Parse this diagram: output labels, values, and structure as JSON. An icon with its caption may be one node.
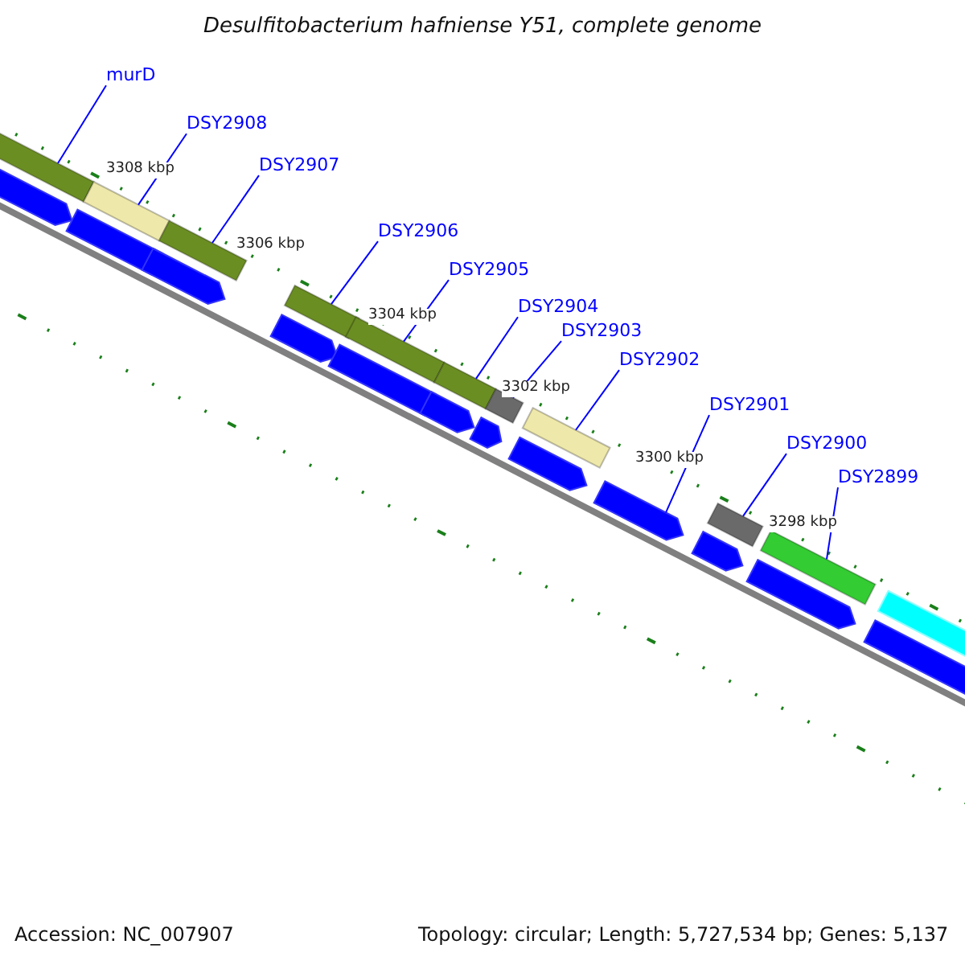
{
  "diagram": {
    "title": "Desulfitobacterium hafniense Y51, complete genome",
    "nodes": [
      {
        "text": [
          "murD"
        ]
      },
      {
        "text": [
          "DSY2908"
        ]
      },
      {
        "text": [
          "DSY2907"
        ]
      },
      {
        "text": [
          "DSY2906"
        ]
      },
      {
        "text": [
          "DSY2905"
        ]
      },
      {
        "text": [
          "DSY2904"
        ]
      },
      {
        "text": [
          "DSY2903"
        ]
      },
      {
        "text": [
          "DSY2902"
        ]
      },
      {
        "text": [
          "DSY2901"
        ]
      },
      {
        "text": [
          "DSY2900"
        ]
      },
      {
        "text": [
          "DSY2899"
        ]
      },
      {
        "text": [],
        "shape": "bar"
      },
      {
        "text": [],
        "shape": "bar"
      },
      {
        "text": [],
        "shape": "bar"
      },
      {
        "text": [],
        "shape": "bar"
      },
      {
        "text": [],
        "shape": "bar"
      },
      {
        "text": [],
        "shape": "bar"
      },
      {
        "text": [],
        "shape": "bar"
      },
      {
        "text": [],
        "shape": "bar"
      },
      {
        "text": [],
        "shape": "bar"
      },
      {
        "text": [],
        "shape": "bar"
      },
      {
        "text": [],
        "shape": "bar"
      }
    ],
    "edges": [
      {
        "from": 0,
        "to": 11,
        "arrow": "none"
      },
      {
        "from": 1,
        "to": 12,
        "arrow": "none"
      },
      {
        "from": 2,
        "to": 13,
        "arrow": "none"
      },
      {
        "from": 3,
        "to": 14,
        "arrow": "none"
      },
      {
        "from": 4,
        "to": 15,
        "arrow": "none"
      },
      {
        "from": 5,
        "to": 16,
        "arrow": "none"
      },
      {
        "from": 6,
        "to": 17,
        "arrow": "none"
      },
      {
        "from": 7,
        "to": 18,
        "arrow": "none"
      },
      {
        "from": 8,
        "to": 19,
        "arrow": "none"
      },
      {
        "from": 9,
        "to": 20,
        "arrow": "none"
      },
      {
        "from": 10,
        "to": 21,
        "arrow": "none"
      }
    ],
    "labels": [
      "3308 kbp",
      "3306 kbp",
      "3304 kbp",
      "3302 kbp",
      "3300 kbp",
      "3298 kbp",
      "Accession: NC_007907",
      "Topology: circular; Length: 5,727,534 bp; Genes: 5,137"
    ]
  }
}
